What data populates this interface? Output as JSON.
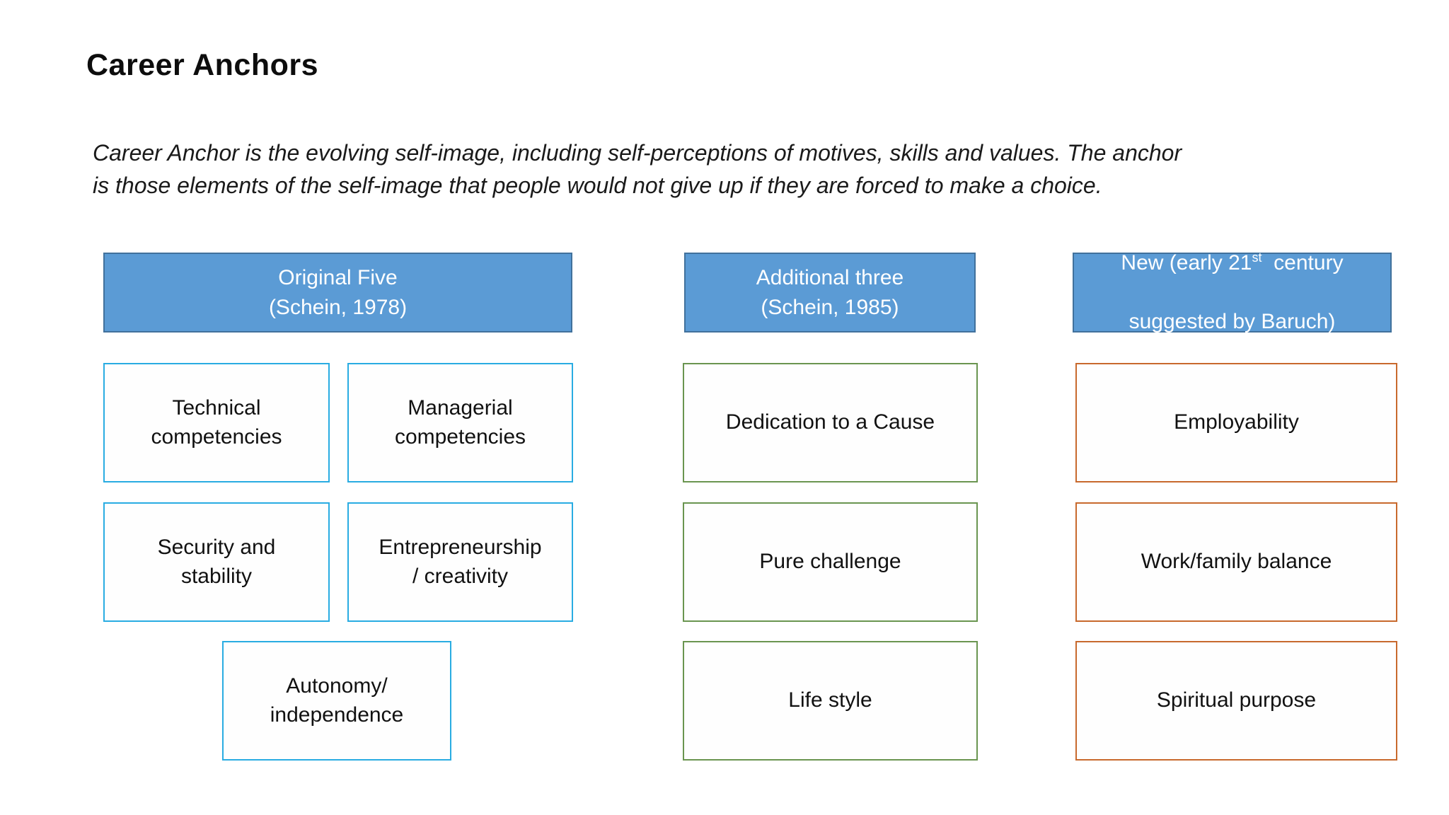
{
  "title": "Career Anchors",
  "description": "Career Anchor is the evolving self-image, including self-perceptions of motives, skills and values. The anchor\nis those elements of the self-image that people would not give up if they are forced to make a choice.",
  "colors": {
    "header_fill": "#5B9BD5",
    "header_border": "#41719C",
    "col1_border": "#29ACE2",
    "col2_border": "#6A9550",
    "col3_border": "#C8692D"
  },
  "columns": [
    {
      "header": "Original Five\n(Schein, 1978)",
      "boxes": [
        "Technical\ncompetencies",
        "Managerial\ncompetencies",
        "Security and\nstability",
        "Entrepreneurship\n/ creativity",
        "Autonomy/\nindependence"
      ]
    },
    {
      "header": "Additional three\n(Schein, 1985)",
      "boxes": [
        "Dedication to a Cause",
        "Pure challenge",
        "Life style"
      ]
    },
    {
      "header_line1_pre": "New (early 21",
      "header_line1_sup": "st",
      "header_line1_post": "  century",
      "header_line2": "suggested by Baruch)",
      "boxes": [
        "Employability",
        "Work/family balance",
        "Spiritual purpose"
      ]
    }
  ]
}
